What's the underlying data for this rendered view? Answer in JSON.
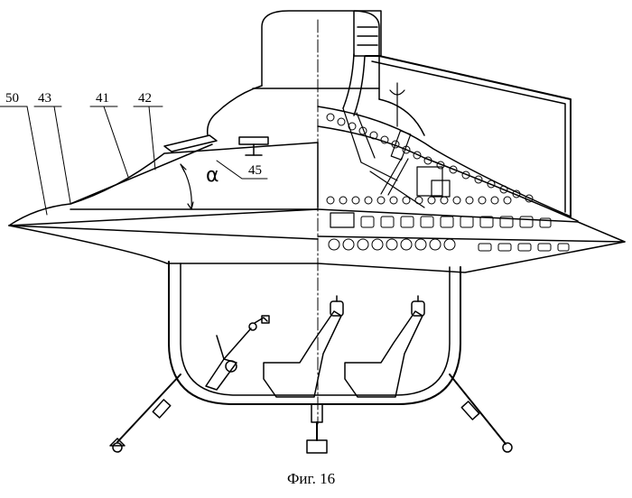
{
  "figure": {
    "caption": "Фиг. 16",
    "angle_symbol": "α",
    "labels": {
      "l50": "50",
      "l43": "43",
      "l41": "41",
      "l42": "42",
      "l45": "45"
    }
  }
}
